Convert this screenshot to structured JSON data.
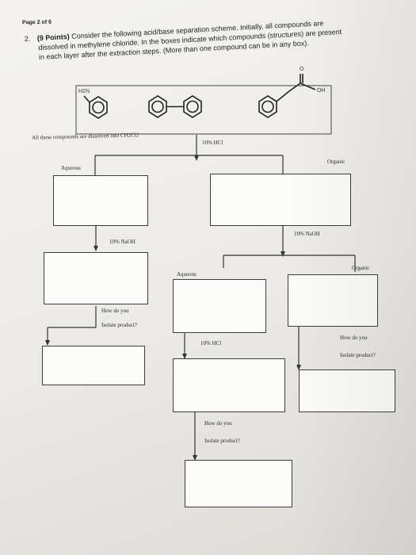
{
  "page_label": "Page 2 of 6",
  "question": {
    "number": "2.",
    "points": "(9 Points)",
    "line1": "Consider the following acid/base separation scheme. Initially, all compounds are",
    "line2": "dissolved in methylene chloride. In the boxes indicate which compounds (structures) are present",
    "line3": "in each layer after the extraction steps. (More than one compound can be in any box)."
  },
  "structures": {
    "amine_label": "H2N",
    "acid_label_o": "O",
    "acid_label_oh": "OH"
  },
  "dissolved_note": "All these compounds are dissolved into CH2Cl2",
  "steps": {
    "hcl_1": "10% HCl",
    "aqueous_1": "Aqueous",
    "organic_1": "Organic",
    "naoh_left": "10% NaOH",
    "naoh_right": "10% NaOH",
    "aqueous_2": "Aqueous",
    "organic_2": "Organic",
    "isolate_left_1": "How do you",
    "isolate_left_2": "Isolate product?",
    "hcl_2": "10% HCl",
    "isolate_right_1": "How do you",
    "isolate_right_2": "Isolate product?",
    "isolate_mid_1": "How do you",
    "isolate_mid_2": "Isolate product?"
  }
}
